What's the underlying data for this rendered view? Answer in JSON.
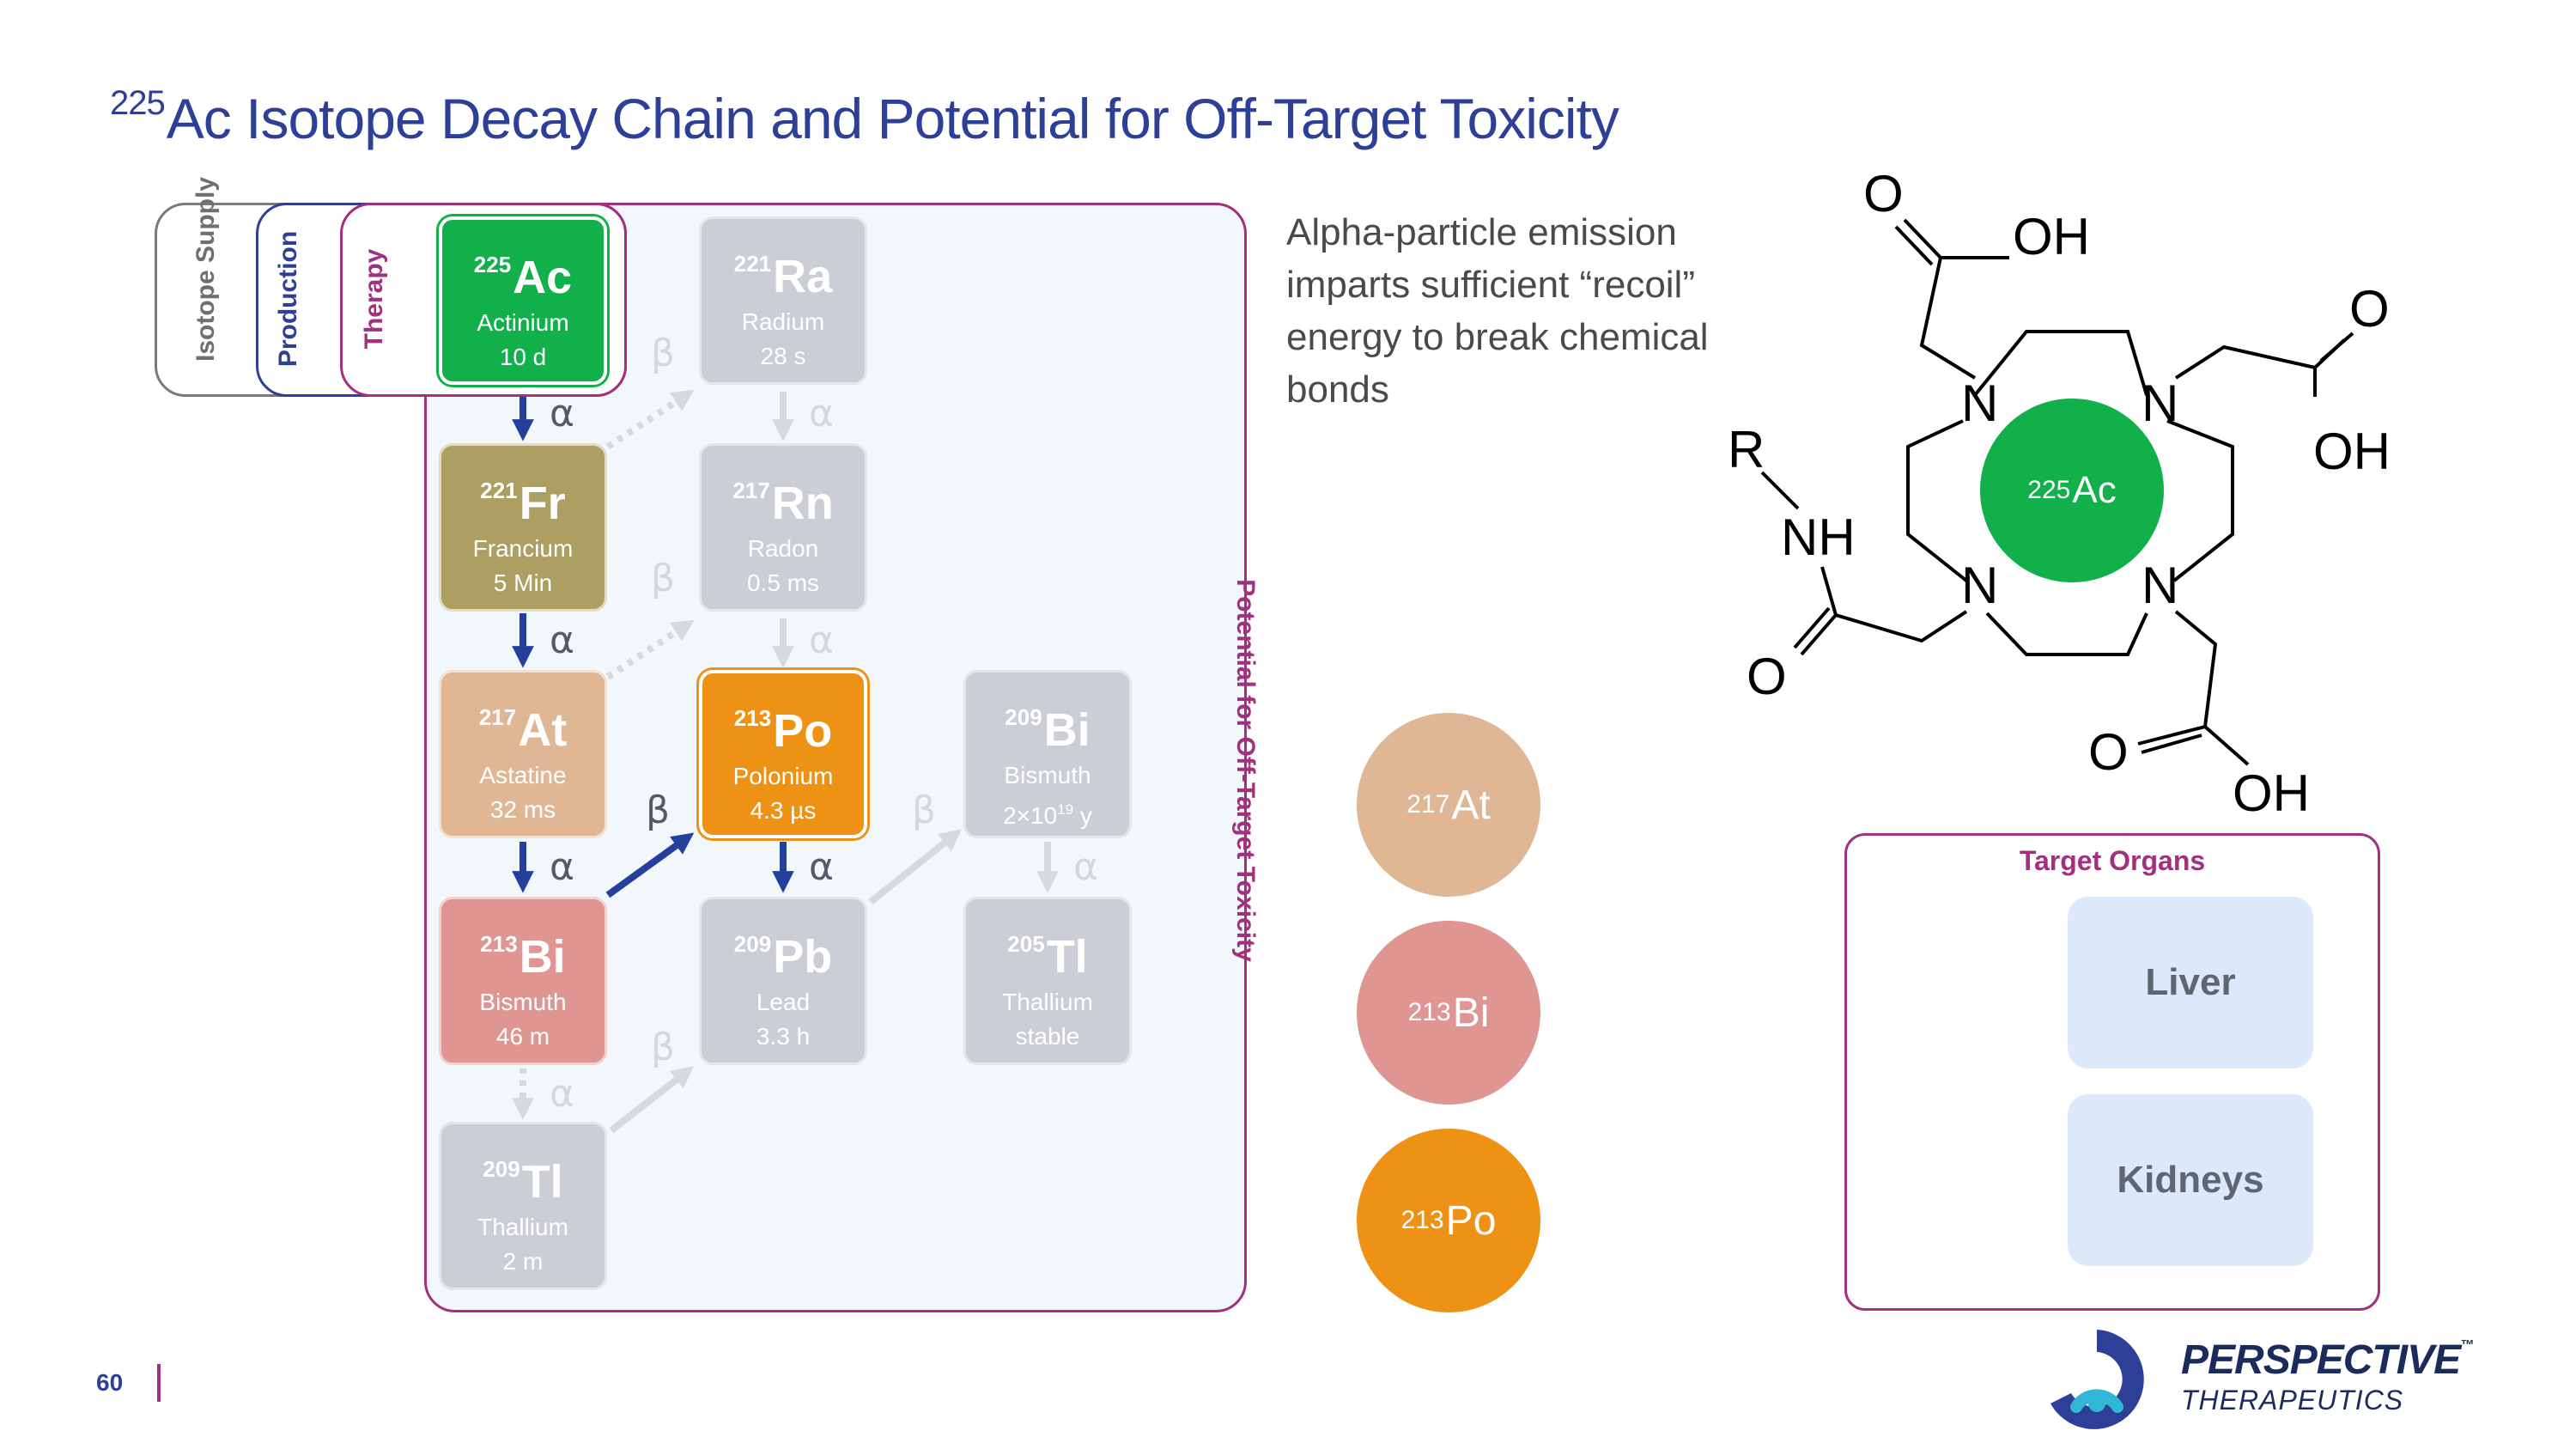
{
  "title": {
    "mass": "225",
    "text": "Ac Isotope Decay Chain and Potential for Off-Target Toxicity"
  },
  "frames": {
    "isotope_supply": "Isotope Supply",
    "production": "Production",
    "therapy": "Therapy",
    "off_target": "Potential for Off-Target Toxicity"
  },
  "isotopes": {
    "ac225": {
      "mass": "225",
      "symbol": "Ac",
      "name": "Actinium",
      "half_life": "10 d"
    },
    "ra221": {
      "mass": "221",
      "symbol": "Ra",
      "name": "Radium",
      "half_life": "28 s"
    },
    "fr221": {
      "mass": "221",
      "symbol": "Fr",
      "name": "Francium",
      "half_life": "5 Min"
    },
    "rn217": {
      "mass": "217",
      "symbol": "Rn",
      "name": "Radon",
      "half_life": "0.5 ms"
    },
    "at217": {
      "mass": "217",
      "symbol": "At",
      "name": "Astatine",
      "half_life": "32 ms"
    },
    "po213": {
      "mass": "213",
      "symbol": "Po",
      "name": "Polonium",
      "half_life": "4.3 µs"
    },
    "bi209": {
      "mass": "209",
      "symbol": "Bi",
      "name": "Bismuth",
      "half_life_base": "2×10",
      "half_life_exp": "19",
      "half_life_unit": " y"
    },
    "bi213": {
      "mass": "213",
      "symbol": "Bi",
      "name": "Bismuth",
      "half_life": "46 m"
    },
    "pb209": {
      "mass": "209",
      "symbol": "Pb",
      "name": "Lead",
      "half_life": "3.3 h"
    },
    "tl205": {
      "mass": "205",
      "symbol": "Tl",
      "name": "Thallium",
      "half_life": "stable"
    },
    "tl209": {
      "mass": "209",
      "symbol": "Tl",
      "name": "Thallium",
      "half_life": "2 m"
    }
  },
  "decay": {
    "alpha": "α",
    "beta": "β"
  },
  "colors": {
    "title": "#2e3f97",
    "ac": "#12b04a",
    "fr": "#ad9e62",
    "at": "#e0b795",
    "po": "#ee9216",
    "bi213": "#df9591",
    "inactive": "#cbced4",
    "arrow_active": "#25409a",
    "arrow_inactive": "#d6d9dd",
    "frame_therapy": "#a2307f",
    "frame_production": "#2e3f97",
    "frame_supply": "#7a7a7a"
  },
  "note": "Alpha-particle emission imparts sufficient “recoil” energy to break chemical bonds",
  "circles": [
    {
      "mass": "217",
      "symbol": "At"
    },
    {
      "mass": "213",
      "symbol": "Bi"
    },
    {
      "mass": "213",
      "symbol": "Po"
    }
  ],
  "molecule": {
    "center": {
      "mass": "225",
      "symbol": "Ac"
    },
    "o": "O",
    "oh": "OH",
    "n": "N",
    "r": "R",
    "nh": "NH"
  },
  "target_organs": {
    "title": "Target Organs",
    "items": [
      "Liver",
      "Kidneys"
    ]
  },
  "footer": {
    "page_number": "60",
    "brand": "PERSPECTIVE",
    "brand_tm": "™",
    "brand_sub": "THERAPEUTICS"
  }
}
